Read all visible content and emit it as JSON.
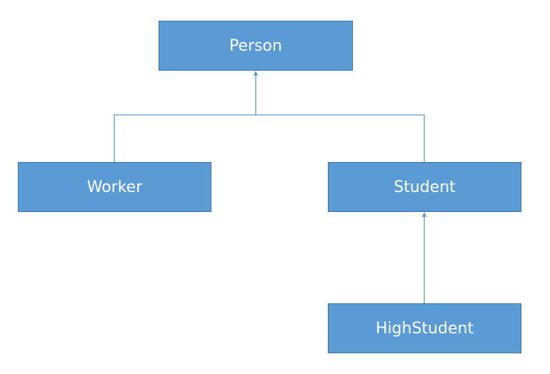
{
  "diagram": {
    "nodes": [
      {
        "id": "person",
        "label": "Person"
      },
      {
        "id": "worker",
        "label": "Worker"
      },
      {
        "id": "student",
        "label": "Student"
      },
      {
        "id": "highstudent",
        "label": "HighStudent"
      }
    ],
    "edges": [
      {
        "from": "worker",
        "to": "person"
      },
      {
        "from": "student",
        "to": "person"
      },
      {
        "from": "highstudent",
        "to": "student"
      }
    ],
    "colors": {
      "node_fill": "#5b9bd5",
      "node_border": "#41719c",
      "node_text": "#ffffff",
      "connector": "#5b9bd5"
    }
  }
}
